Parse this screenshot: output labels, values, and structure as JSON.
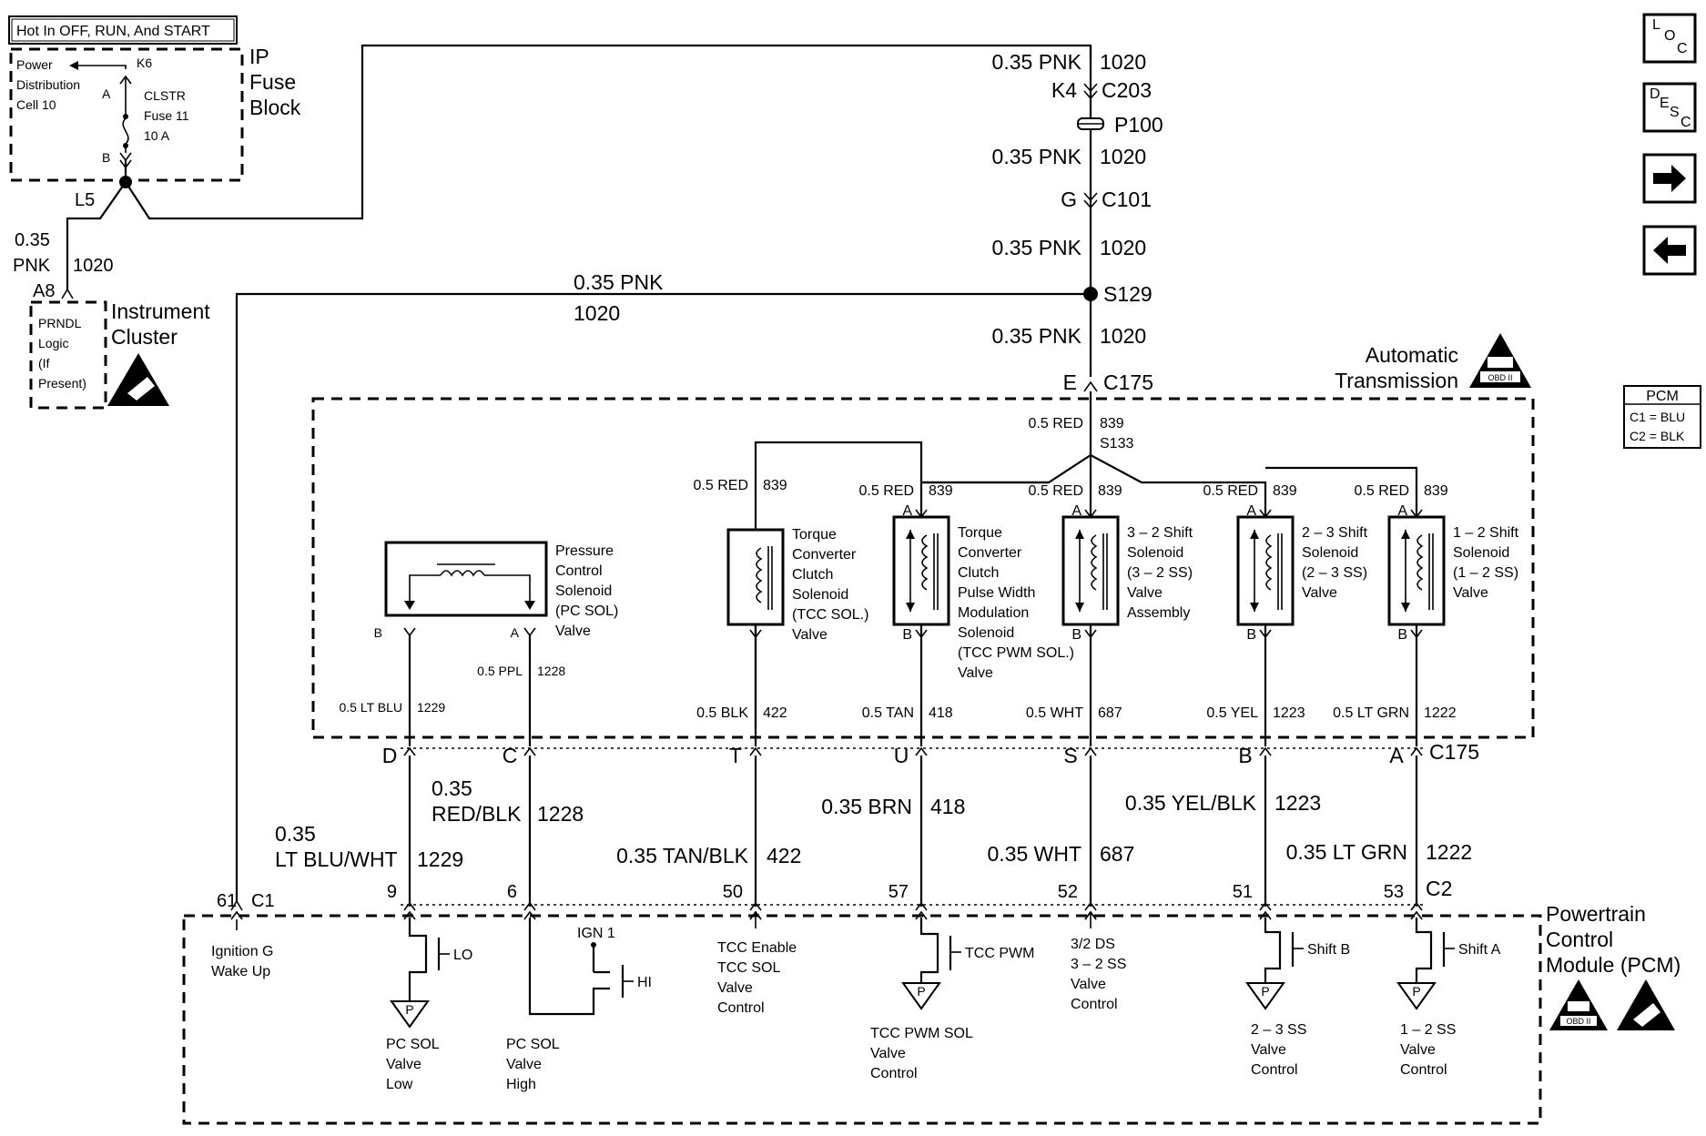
{
  "nav": {
    "loc": [
      "L",
      "O",
      "C"
    ],
    "desc": [
      "D",
      "E",
      "S",
      "C"
    ]
  },
  "legend": {
    "title": "PCM",
    "line1": "C1 = BLU",
    "line2": "C2 = BLK"
  },
  "fuse_block": {
    "hot_note": "Hot In OFF, RUN, And START",
    "power_dist": [
      "Power",
      "Distribution",
      "Cell 10"
    ],
    "name": [
      "IP",
      "Fuse",
      "Block"
    ],
    "fuse": [
      "CLSTR",
      "Fuse 11",
      "10 A"
    ],
    "pin_k6": "K6",
    "pin_a": "A",
    "pin_b": "B",
    "pin_l5": "L5"
  },
  "cluster": {
    "wire_gauge": "0.35",
    "wire_color": "PNK",
    "wire_circuit": "1020",
    "pin": "A8",
    "logic": [
      "PRNDL",
      "Logic",
      "(If",
      "Present)"
    ],
    "name": [
      "Instrument",
      "Cluster"
    ]
  },
  "trunk": {
    "w1": "0.35 PNK",
    "c1": "1020",
    "k4": "K4",
    "c203": "C203",
    "p100": "P100",
    "w2": "0.35 PNK",
    "c2": "1020",
    "g": "G",
    "c101": "C101",
    "w3": "0.35 PNK",
    "c3": "1020",
    "s129": "S129",
    "branch_wire": "0.35 PNK",
    "branch_circuit": "1020",
    "w4": "0.35 PNK",
    "c4": "1020",
    "e": "E",
    "c175": "C175"
  },
  "trans": {
    "name": [
      "Automatic",
      "Transmission"
    ],
    "obd": "OBD II",
    "feed_wire": "0.5 RED",
    "feed_circuit": "839",
    "splice": "S133"
  },
  "pc_sol": {
    "name": [
      "Pressure",
      "Control",
      "Solenoid",
      "(PC SOL)",
      "Valve"
    ],
    "pin_b": "B",
    "pin_a": "A",
    "w_b": "0.5 LT BLU",
    "c_b": "1229",
    "w_a": "0.5 PPL",
    "c_a": "1228"
  },
  "solenoids": [
    {
      "wire_top": "0.5 RED",
      "circ_top": "839",
      "pin_top": "",
      "name": [
        "Torque",
        "Converter",
        "Clutch",
        "Solenoid",
        "(TCC SOL.)",
        "Valve"
      ],
      "pin_bot": "",
      "wire_bot": "0.5 BLK",
      "circ_bot": "422"
    },
    {
      "wire_top": "0.5 RED",
      "circ_top": "839",
      "pin_top": "A",
      "name": [
        "Torque",
        "Converter",
        "Clutch",
        "Pulse Width",
        "Modulation",
        "Solenoid",
        "(TCC PWM SOL.)",
        "Valve"
      ],
      "pin_bot": "B",
      "wire_bot": "0.5 TAN",
      "circ_bot": "418"
    },
    {
      "wire_top": "0.5 RED",
      "circ_top": "839",
      "pin_top": "A",
      "name": [
        "3 – 2 Shift",
        "Solenoid",
        "(3 – 2 SS)",
        "Valve",
        "Assembly"
      ],
      "pin_bot": "B",
      "wire_bot": "0.5 WHT",
      "circ_bot": "687"
    },
    {
      "wire_top": "0.5 RED",
      "circ_top": "839",
      "pin_top": "A",
      "name": [
        "2 – 3 Shift",
        "Solenoid",
        "(2 – 3 SS)",
        "Valve"
      ],
      "pin_bot": "B",
      "wire_bot": "0.5 YEL",
      "circ_bot": "1223"
    },
    {
      "wire_top": "0.5 RED",
      "circ_top": "839",
      "pin_top": "A",
      "name": [
        "1 – 2 Shift",
        "Solenoid",
        "(1 – 2 SS)",
        "Valve"
      ],
      "pin_bot": "B",
      "wire_bot": "0.5 LT GRN",
      "circ_bot": "1222"
    }
  ],
  "c175_pins": [
    "D",
    "C",
    "T",
    "U",
    "S",
    "B",
    "A"
  ],
  "c175_label": "C175",
  "harness": [
    {
      "gauge": "0.35",
      "color": "LT BLU/WHT",
      "circuit": "1229"
    },
    {
      "gauge": "0.35",
      "color": "RED/BLK",
      "circuit": "1228"
    },
    {
      "gauge": "",
      "color": "0.35 TAN/BLK",
      "circuit": "422"
    },
    {
      "gauge": "",
      "color": "0.35 BRN",
      "circuit": "418"
    },
    {
      "gauge": "",
      "color": "0.35 WHT",
      "circuit": "687"
    },
    {
      "gauge": "",
      "color": "0.35 YEL/BLK",
      "circuit": "1223"
    },
    {
      "gauge": "",
      "color": "0.35 LT GRN",
      "circuit": "1222"
    }
  ],
  "pcm": {
    "pin_61": "61",
    "c1": "C1",
    "pins": [
      "9",
      "6",
      "50",
      "57",
      "52",
      "51",
      "53"
    ],
    "c2": "C2",
    "name": [
      "Powertrain",
      "Control",
      "Module (PCM)"
    ],
    "obd": "OBD II",
    "ign_wakeup": [
      "Ignition G",
      "Wake Up"
    ],
    "lo": "LO",
    "hi": "HI",
    "ign1": "IGN 1",
    "tcc_pwm": "TCC PWM",
    "shift_b": "Shift B",
    "shift_a": "Shift A",
    "pc_low": [
      "PC SOL",
      "Valve",
      "Low"
    ],
    "pc_high": [
      "PC SOL",
      "Valve",
      "High"
    ],
    "tcc_enable": [
      "TCC Enable",
      "TCC SOL",
      "Valve",
      "Control"
    ],
    "tcc_pwm_ctrl": [
      "TCC PWM SOL",
      "Valve",
      "Control"
    ],
    "ds32": [
      "3/2 DS",
      "3 – 2 SS",
      "Valve",
      "Control"
    ],
    "ss23": [
      "2 – 3 SS",
      "Valve",
      "Control"
    ],
    "ss12": [
      "1 – 2 SS",
      "Valve",
      "Control"
    ],
    "p": "P"
  }
}
